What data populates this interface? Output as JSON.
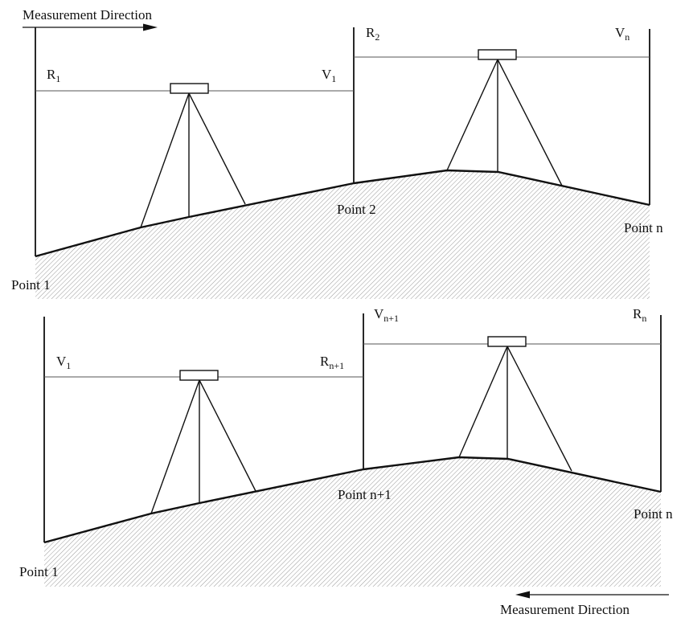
{
  "top_panel": {
    "direction_label": "Measurement Direction",
    "staffs": [
      {
        "main": "R",
        "sub": "1"
      },
      {
        "main": "V",
        "sub": "1"
      },
      {
        "main": "R",
        "sub": "2"
      },
      {
        "main": "V",
        "sub": "n"
      }
    ],
    "points": [
      "Point 1",
      "Point 2",
      "Point n"
    ]
  },
  "bottom_panel": {
    "direction_label": "Measurement Direction",
    "staffs": [
      {
        "main": "V",
        "sub": "1"
      },
      {
        "main": "R",
        "sub": "n+1"
      },
      {
        "main": "V",
        "sub": "n+1"
      },
      {
        "main": "R",
        "sub": "n"
      }
    ],
    "points": [
      "Point 1",
      "Point n+1",
      "Point n"
    ]
  },
  "colors": {
    "line": "#111111",
    "hatch": "#9a9a9a"
  }
}
